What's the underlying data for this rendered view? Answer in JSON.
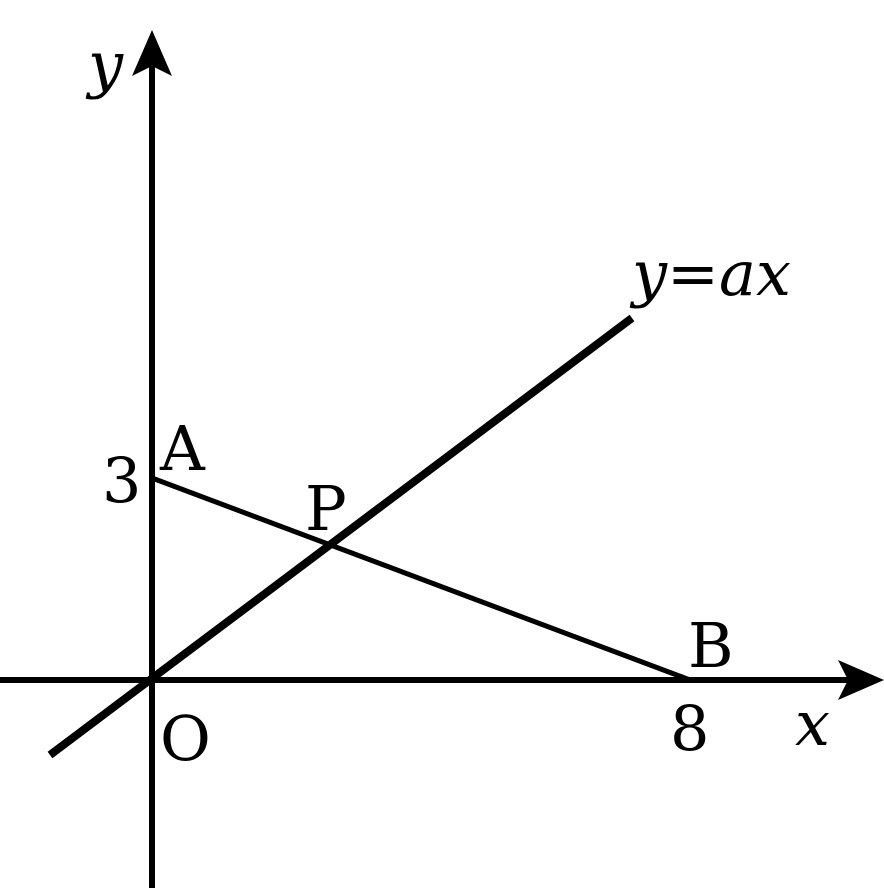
{
  "diagram": {
    "axes": {
      "x_label": "x",
      "y_label": "y"
    },
    "line_label": "y=ax",
    "points": {
      "origin": "O",
      "a": "A",
      "b": "B",
      "p": "P"
    },
    "ticks": {
      "y_value": "3",
      "x_value": "8"
    },
    "colors": {
      "ink": "#000000",
      "background": "#ffffff"
    }
  }
}
